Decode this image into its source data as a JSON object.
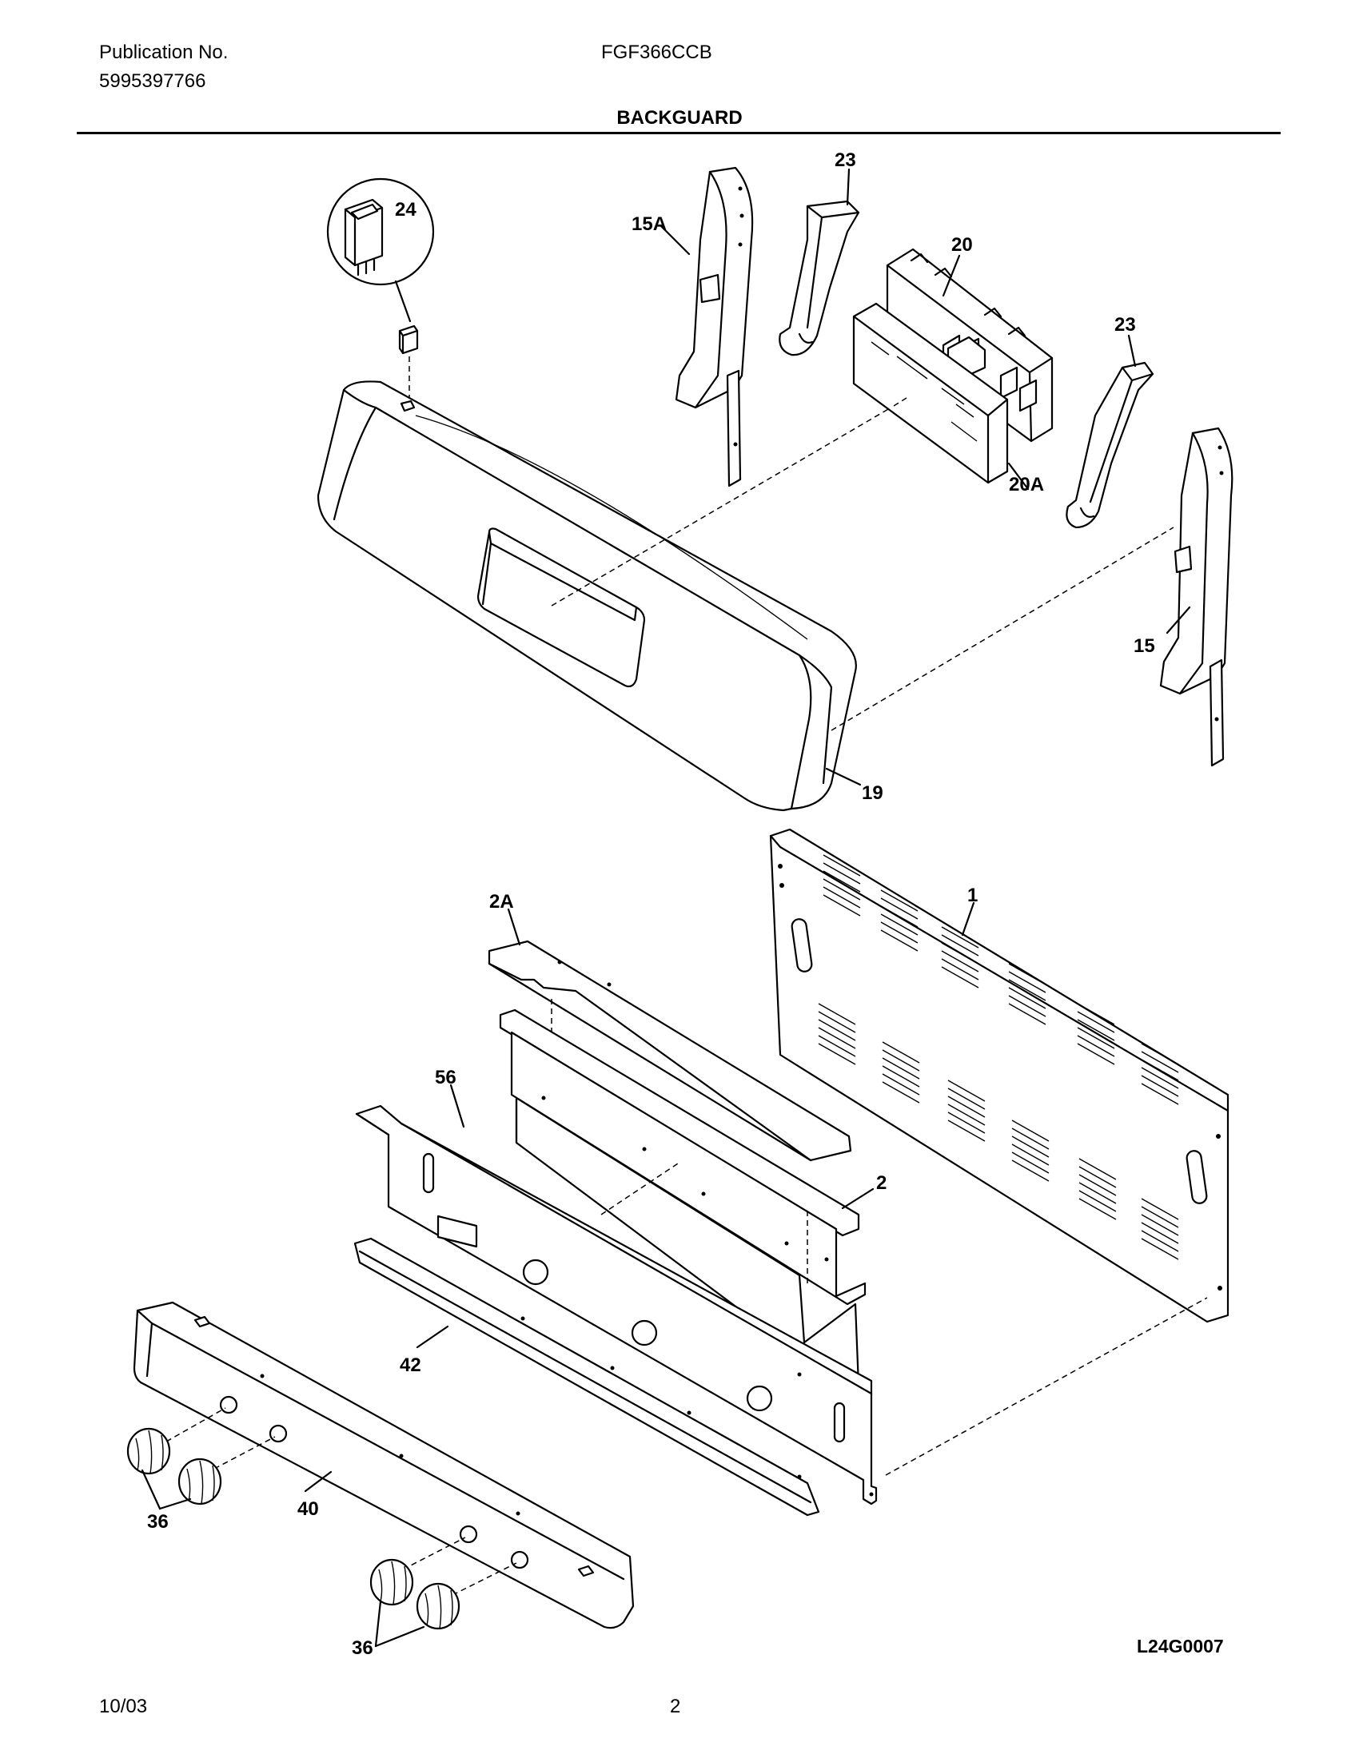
{
  "header": {
    "publication_label": "Publication No.",
    "publication_number": "5995397766",
    "model": "FGF366CCB",
    "section_title": "BACKGUARD"
  },
  "diagram": {
    "figure_id": "L24G0007",
    "callouts": {
      "c1": "1",
      "c2": "2",
      "c2A": "2A",
      "c15": "15",
      "c15A": "15A",
      "c19": "19",
      "c20": "20",
      "c20A": "20A",
      "c23a": "23",
      "c23b": "23",
      "c24": "24",
      "c36a": "36",
      "c36b": "36",
      "c40": "40",
      "c42": "42",
      "c56": "56"
    }
  },
  "footer": {
    "date": "10/03",
    "page": "2"
  }
}
